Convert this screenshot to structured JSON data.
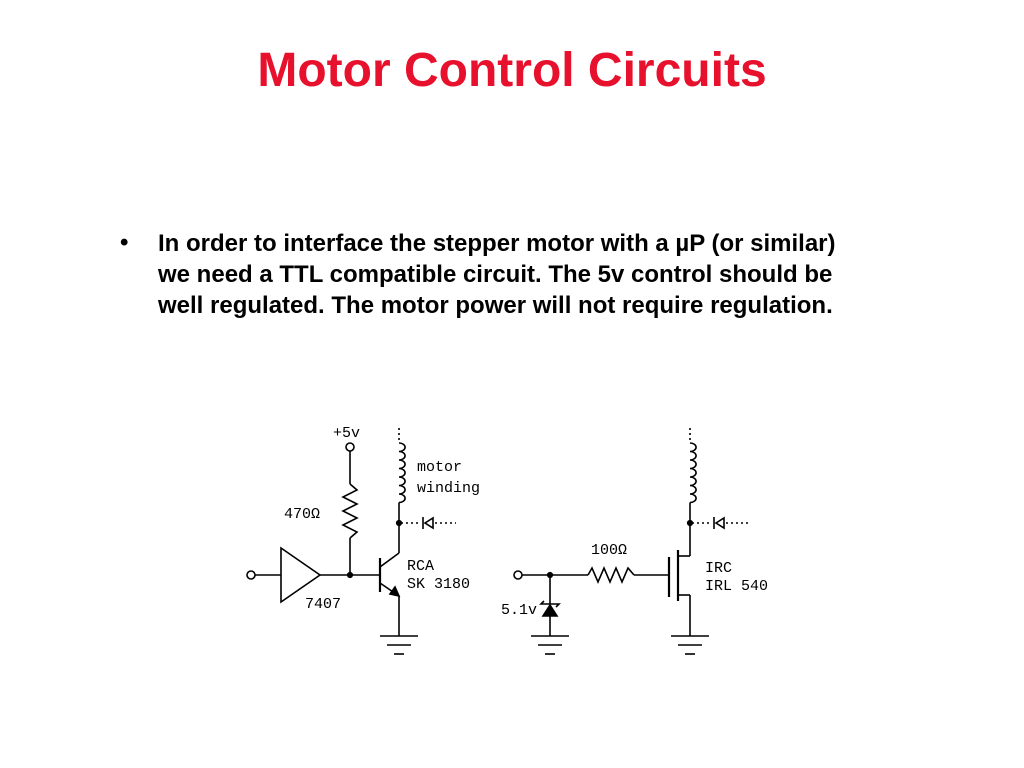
{
  "slide": {
    "title": "Motor Control Circuits",
    "title_color": "#e8112d",
    "bullet_symbol": "•",
    "bullet_text": "In order to interface the stepper motor with a µP (or similar) we need a TTL compatible circuit.  The 5v control should be well regulated.  The motor power will not require regulation."
  },
  "diagram": {
    "left_circuit": {
      "supply_label": "+5v",
      "resistor_label": "470Ω",
      "motor_label": "motor",
      "winding_label": "winding",
      "buffer_label": "7407",
      "transistor_maker": "RCA",
      "transistor_part": "SK 3180"
    },
    "right_circuit": {
      "resistor_label": "100Ω",
      "zener_label": "5.1v",
      "mosfet_maker": "IRC",
      "mosfet_part": "IRL 540"
    }
  }
}
